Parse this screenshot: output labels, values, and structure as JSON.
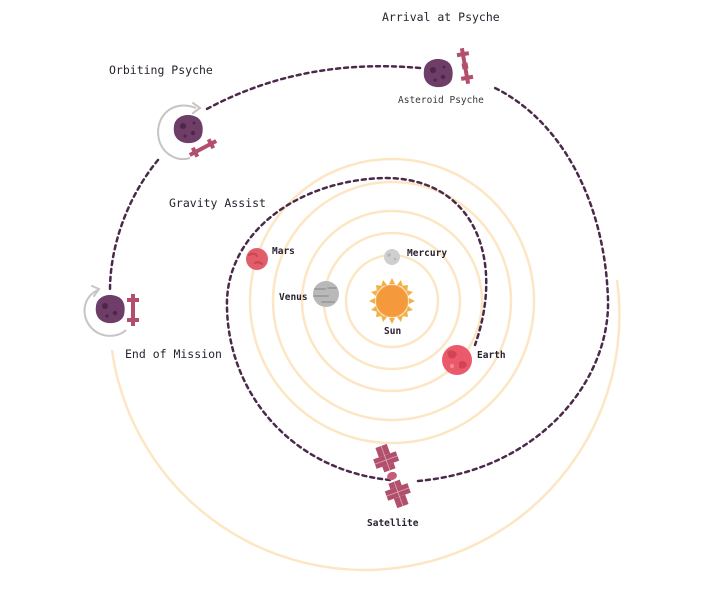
{
  "labels": {
    "arrival": "Arrival at Psyche",
    "orbiting": "Orbiting Psyche",
    "asteroid": "Asteroid Psyche",
    "gravity_assist": "Gravity Assist",
    "end_of_mission": "End of Mission",
    "satellite": "Satellite",
    "sun": "Sun",
    "mercury": "Mercury",
    "venus": "Venus",
    "earth": "Earth",
    "mars": "Mars"
  },
  "colors": {
    "orbit": "#fde6c4",
    "trajectory": "#4a2a4a",
    "sun": "#f59a3c",
    "sun_ray": "#f3b145",
    "mercury": "#cfcfcf",
    "venus": "#b9b9b9",
    "earth": "#ea5a6b",
    "mars": "#e25d6a",
    "asteroid": "#6e3d68",
    "spacecraft": "#b14f6c",
    "arrow": "#c9c4c4"
  },
  "icons": {
    "sun": "sun-icon",
    "asteroid": "asteroid-icon",
    "spacecraft": "spacecraft-icon"
  }
}
